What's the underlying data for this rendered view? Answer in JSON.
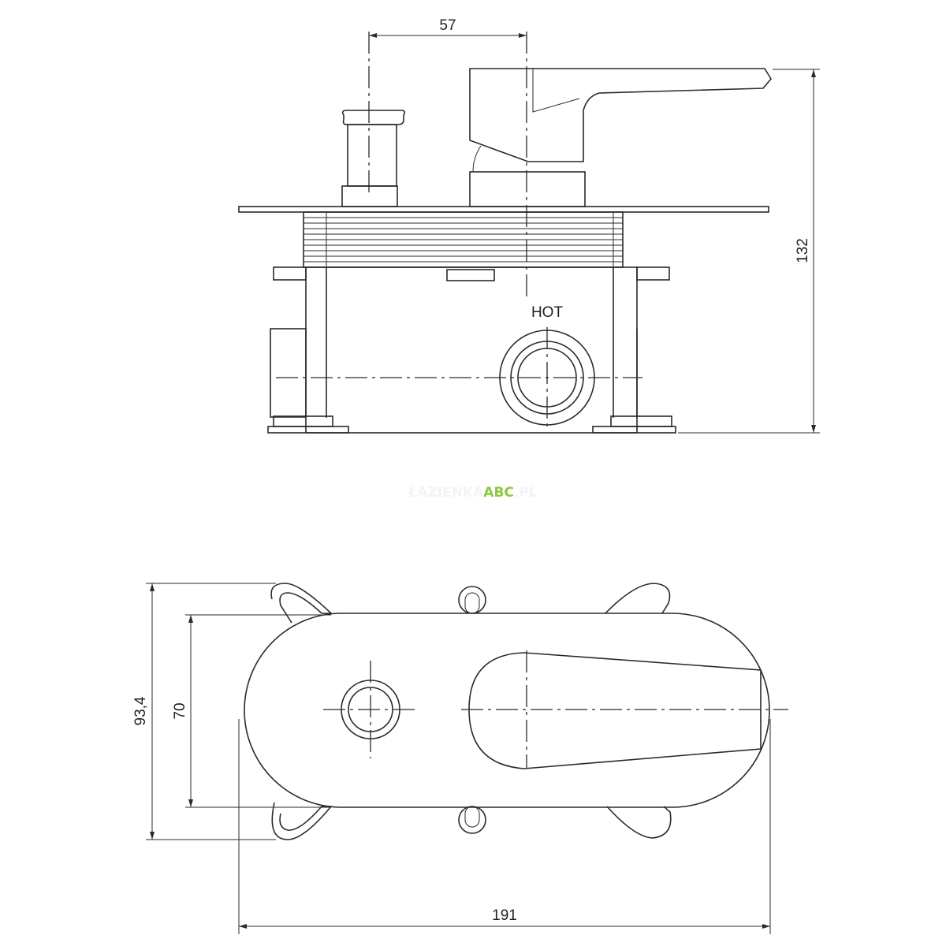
{
  "dimensions": {
    "handle_offset": "57",
    "total_height": "132",
    "outer_height": "93,4",
    "plate_height": "70",
    "plate_width": "191"
  },
  "labels": {
    "hot": "HOT"
  },
  "watermark": {
    "prefix": "ŁAZIENKA",
    "brand": "ABC",
    "suffix": ".PL",
    "brand_color": "#8dc63f"
  }
}
